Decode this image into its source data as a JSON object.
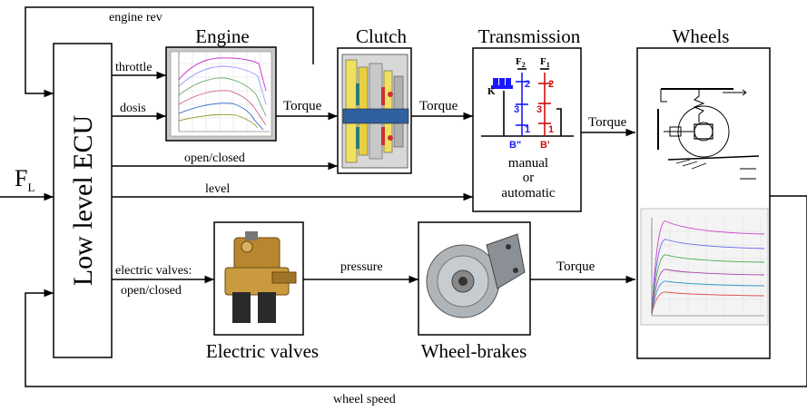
{
  "external_input": {
    "symbol": "F",
    "subscript": "L"
  },
  "ecu": {
    "label": "Low level ECU"
  },
  "blocks": {
    "engine": {
      "title": "Engine"
    },
    "clutch": {
      "title": "Clutch"
    },
    "transmission": {
      "title": "Transmission",
      "caption_lines": [
        "manual",
        "or",
        "automatic"
      ],
      "schematic": {
        "f2": "F",
        "f2_sub": "2",
        "f1": "F",
        "f1_sub": "1",
        "k": "K",
        "n1": "1",
        "n2": "2",
        "n3": "3",
        "b2": "B\"",
        "b1": "B'"
      }
    },
    "wheels": {
      "title": "Wheels"
    },
    "electric_valves": {
      "title": "Electric valves"
    },
    "wheel_brakes": {
      "title": "Wheel-brakes"
    }
  },
  "signals": {
    "engine_rev": "engine rev",
    "throttle": "throttle",
    "dosis": "dosis",
    "open_closed": "open/closed",
    "level": "level",
    "electric_valves_line1": "electric valves:",
    "electric_valves_line2": "open/closed",
    "pressure": "pressure",
    "wheel_speed": "wheel speed",
    "torque_engine_clutch": "Torque",
    "torque_clutch_trans": "Torque",
    "torque_trans_wheels": "Torque",
    "torque_brakes_wheels": "Torque"
  },
  "colors": {
    "line": "#000000",
    "blue": "#1a1aff",
    "red": "#d01010",
    "plot_bg": "#f4f4f4"
  }
}
